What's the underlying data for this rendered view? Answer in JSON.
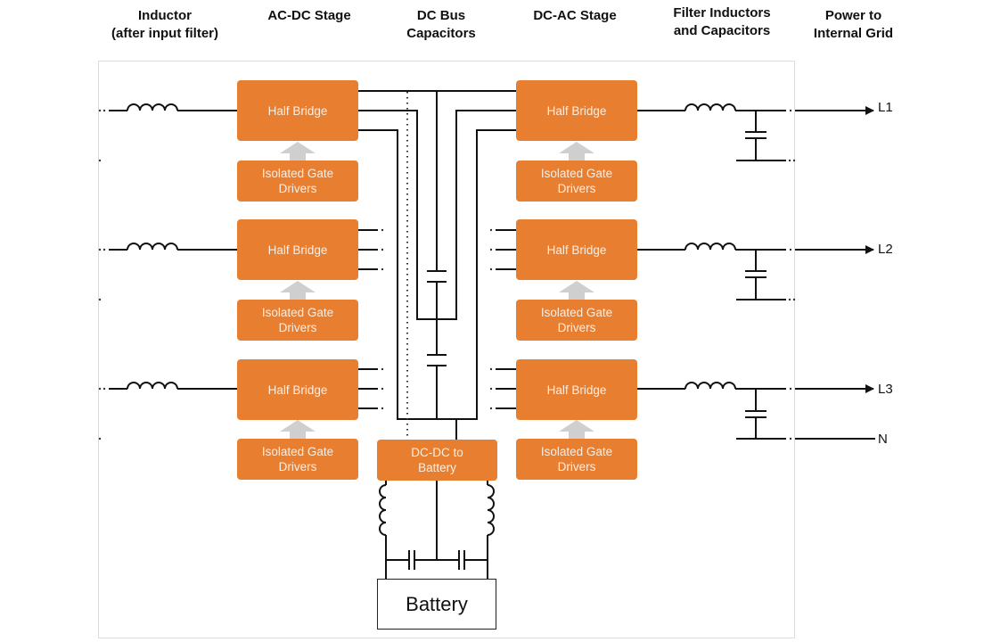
{
  "headers": {
    "inductor": "Inductor\n(after input filter)",
    "ac_dc": "AC-DC  Stage",
    "dc_bus": "DC Bus\nCapacitors",
    "dc_ac": "DC-AC  Stage",
    "filter": "Filter Inductors\nand Capacitors",
    "power": "Power to\nInternal Grid"
  },
  "blocks": {
    "half_bridge": "Half Bridge",
    "gate_drivers": "Isolated Gate\nDrivers",
    "dc_dc": "DC-DC to\nBattery",
    "battery": "Battery"
  },
  "outputs": [
    "L1",
    "L2",
    "L3",
    "N"
  ],
  "colors": {
    "block": "#e87e30",
    "block_text": "#fbeee3",
    "arrow": "#cfcfcf",
    "wire": "#111111"
  }
}
